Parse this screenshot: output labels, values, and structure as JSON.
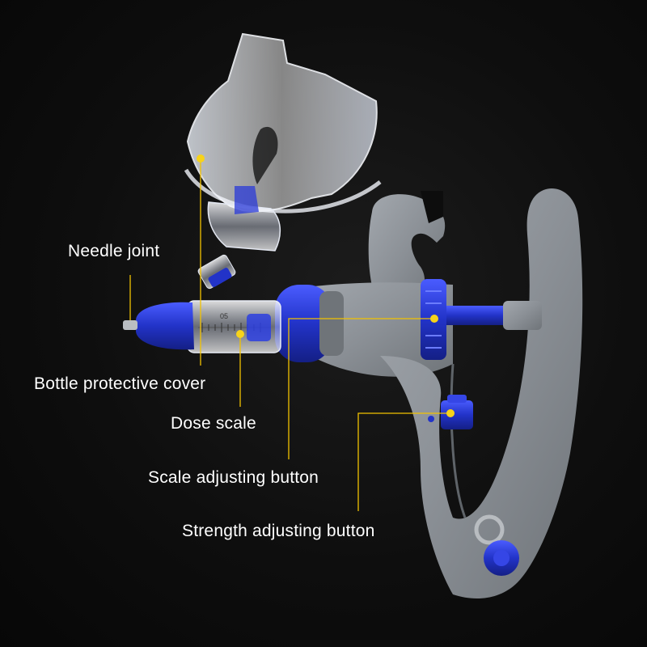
{
  "labels": {
    "needle_joint": "Needle joint",
    "bottle_protective_cover": "Bottle protective cover",
    "dose_scale": "Dose scale",
    "scale_adjusting_button": "Scale adjusting button",
    "strength_adjusting_button": "Strength adjusting button"
  },
  "barrel_marking": "05",
  "colors": {
    "background": "#0d0d0d",
    "callout_line": "#f2c200",
    "callout_dot": "#f7d31a",
    "handle_gray": "#8e9399",
    "accent_blue": "#2233c8",
    "label_text": "#ffffff"
  }
}
